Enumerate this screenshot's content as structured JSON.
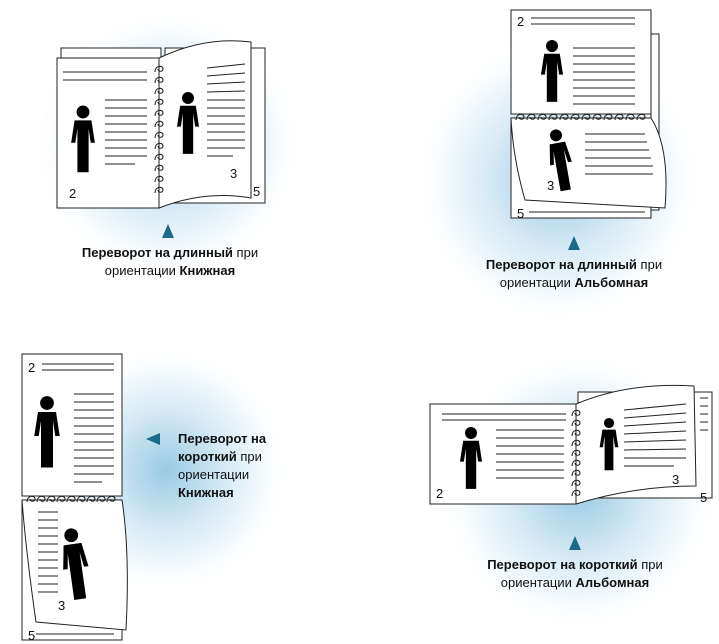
{
  "panels": [
    {
      "caption": {
        "part1": "Переворот на длинный",
        "part2": " при",
        "part3": "ориентации ",
        "part4": "Книжная"
      },
      "page_numbers": [
        "2",
        "3",
        "5"
      ]
    },
    {
      "caption": {
        "part1": "Переворот на длинный",
        "part2": " при",
        "part3": "ориентации ",
        "part4": "Альбомная"
      },
      "page_numbers": [
        "2",
        "3",
        "5"
      ]
    },
    {
      "caption": {
        "part1": "Переворот на",
        "part2": "короткий",
        "part3": " при",
        "part4": "ориентации",
        "part5": "Книжная"
      },
      "page_numbers": [
        "2",
        "3",
        "5"
      ]
    },
    {
      "caption": {
        "part1": "Переворот на короткий",
        "part2": " при",
        "part3": "ориентации ",
        "part4": "Альбомная"
      },
      "page_numbers": [
        "2",
        "3",
        "5"
      ]
    }
  ],
  "colors": {
    "accent": "#1c6a8a",
    "glow": "#46a0cd"
  },
  "icons": [
    "person-silhouette-icon",
    "spiral-binding-icon",
    "up-arrow-icon",
    "left-arrow-icon"
  ]
}
